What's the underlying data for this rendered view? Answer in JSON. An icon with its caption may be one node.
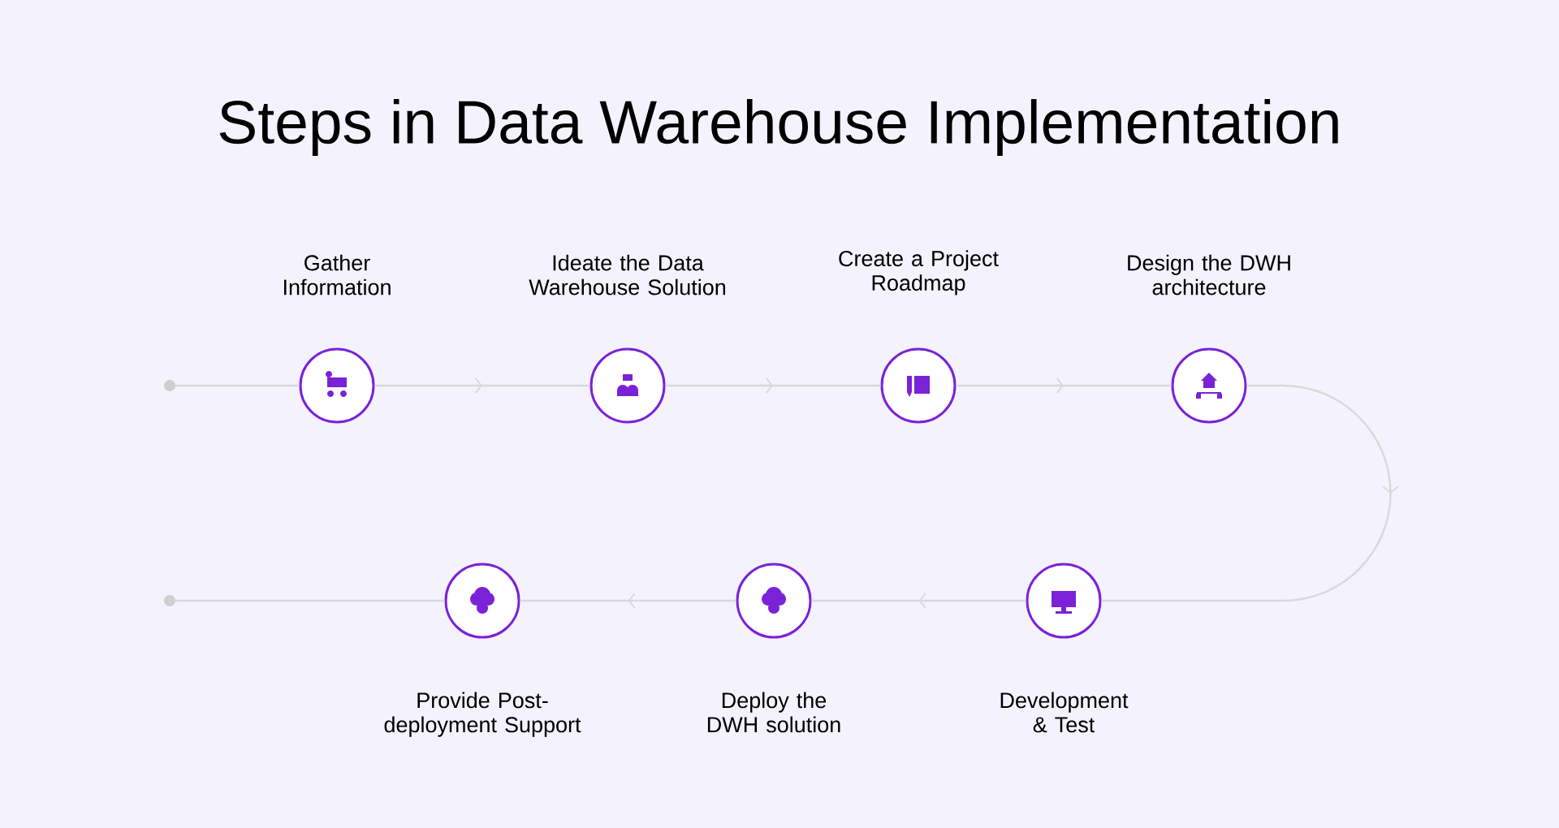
{
  "diagram": {
    "title": "Steps in Data Warehouse Implementation",
    "nodes": [
      {
        "text": [
          "Gather Information"
        ]
      },
      {
        "text": [
          "Ideate the Data Warehouse Solution"
        ]
      },
      {
        "text": [
          "Create a Project Roadmap"
        ]
      },
      {
        "text": [
          "Design the DWH architecture"
        ]
      },
      {
        "text": [
          "Development & Test"
        ]
      },
      {
        "text": [
          "Deploy the DWH solution"
        ]
      },
      {
        "text": [
          "Provide Post-deployment Support"
        ]
      },
      {
        "text": [],
        "shape": "circle"
      },
      {
        "text": [],
        "shape": "circle"
      }
    ],
    "edges": [
      {
        "from": 7,
        "to": 0,
        "arrow": "none"
      },
      {
        "from": 0,
        "to": 1,
        "arrow": "to"
      },
      {
        "from": 1,
        "to": 2,
        "arrow": "to"
      },
      {
        "from": 2,
        "to": 3,
        "arrow": "to"
      },
      {
        "from": 3,
        "to": 4,
        "arrow": "to"
      },
      {
        "from": 4,
        "to": 5,
        "arrow": "to"
      },
      {
        "from": 5,
        "to": 6,
        "arrow": "to"
      },
      {
        "from": 6,
        "to": 8,
        "arrow": "none"
      }
    ]
  }
}
